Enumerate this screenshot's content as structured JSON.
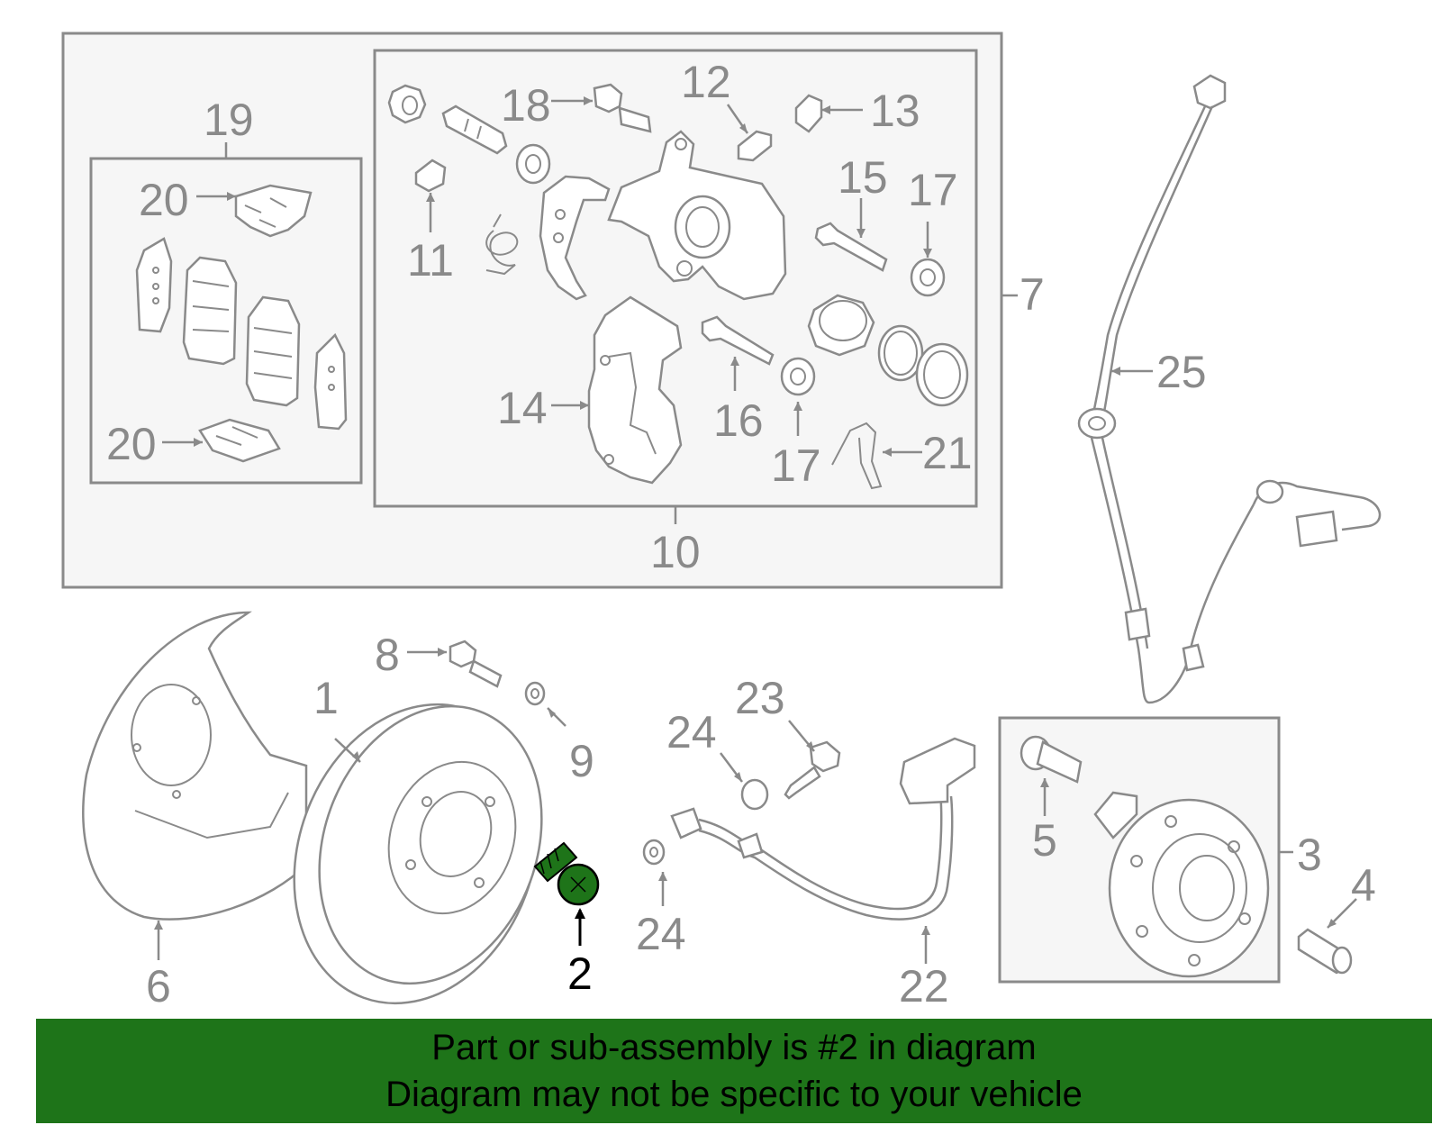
{
  "callouts": {
    "c1": "1",
    "c2": "2",
    "c3": "3",
    "c4": "4",
    "c5": "5",
    "c6": "6",
    "c7": "7",
    "c8": "8",
    "c9": "9",
    "c10": "10",
    "c11": "11",
    "c12": "12",
    "c13": "13",
    "c14": "14",
    "c15": "15",
    "c16": "16",
    "c17a": "17",
    "c17b": "17",
    "c18": "18",
    "c19": "19",
    "c20a": "20",
    "c20b": "20",
    "c21": "21",
    "c22": "22",
    "c23": "23",
    "c24a": "24",
    "c24b": "24",
    "c25": "25"
  },
  "highlighted_part": "2",
  "colors": {
    "highlight": "#1e7419",
    "line": "#8a8a8a",
    "banner_bg": "#1e7419"
  },
  "banner": {
    "line1": "Part or sub-assembly is #2 in diagram",
    "line2": "Diagram may not be specific to your vehicle"
  }
}
